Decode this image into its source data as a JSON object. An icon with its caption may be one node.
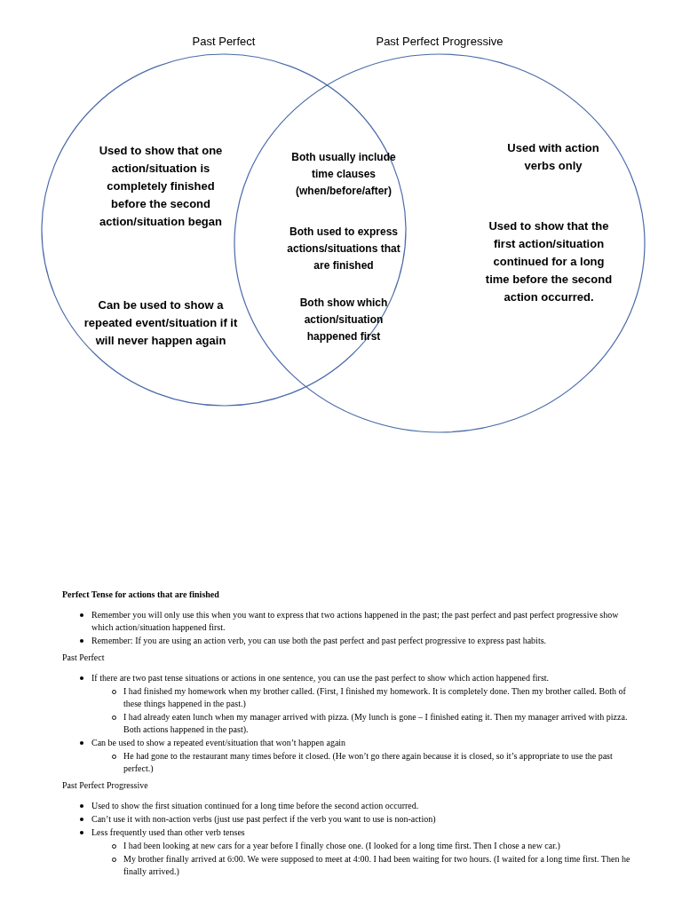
{
  "diagram": {
    "nodes": [
      {
        "text": [
          "Past Perfect",
          "Used to show that one action/situation is completely finished before the second action/situation began",
          "Can be used to show a repeated event/situation if it will never happen again"
        ]
      },
      {
        "text": [
          "Past Perfect Progressive",
          "Used with action verbs only",
          "Used to show that the first action/situation continued for a long time before the second action occurred."
        ]
      },
      {
        "text": [
          "Both usually include time clauses (when/before/after)",
          "Both used to express actions/situations that are finished",
          "Both show which action/situation happened first"
        ]
      }
    ],
    "edges": [],
    "labels": [
      "Perfect Tense for actions that are finished",
      "Remember you will only use this when you want to express that two actions happened in the past; the past perfect and past perfect progressive show which action/situation happened first.",
      "Remember: If you are using an action verb, you can use both the past perfect and past perfect progressive to express past habits.",
      "Past Perfect",
      "If there are two past tense situations or actions in one sentence, you can use the past perfect to show which action happened first.",
      "I had finished my homework when my brother called. (First, I finished my homework. It is completely done. Then my brother called. Both of these things happened in the past.)",
      "I had already eaten lunch when my manager arrived with pizza. (My lunch is gone – I finished eating it. Then my manager arrived with pizza. Both actions happened in the past).",
      "Can be used to show a repeated event/situation that won’t happen again",
      "He had gone to the restaurant many times before it closed. (He won’t go there again because it is closed, so it’s appropriate to use the past perfect.)",
      "Past Perfect Progressive",
      "Used to show the first situation continued for a long time before the second action occurred.",
      "Can’t use it with non-action verbs (just use past perfect if the verb you want to use is non-action)",
      "Less frequently used than other verb tenses",
      "I had been looking at new cars for a year before I finally chose one. (I looked for a long time first. Then I chose a new car.)",
      "My brother finally arrived at 6:00. We were supposed to meet at 4:00. I had been waiting for two hours. (I waited for a long time first. Then he finally arrived.)"
    ]
  }
}
